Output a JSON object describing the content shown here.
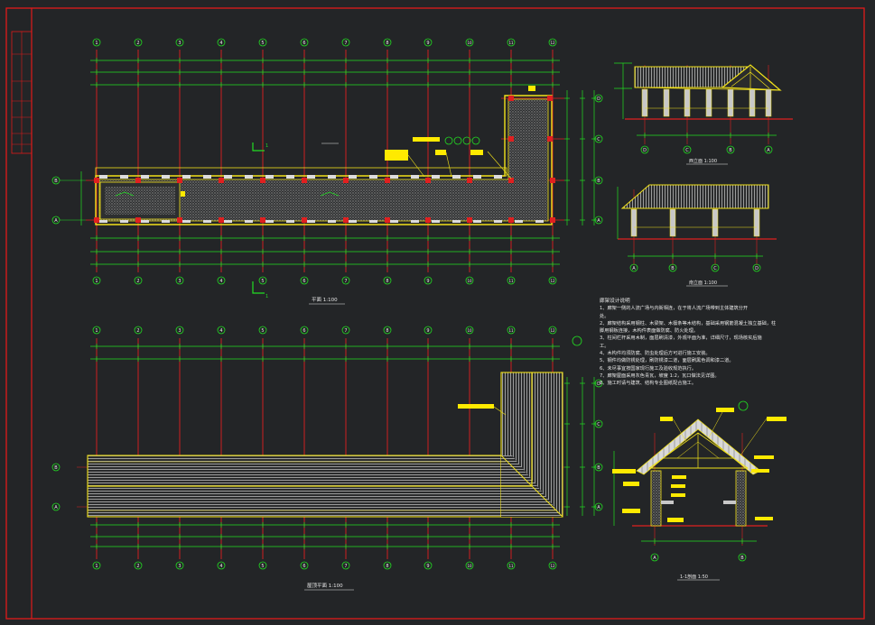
{
  "view_titles": {
    "plan": "平面 1:100",
    "roof_plan": "屋顶平面 1:100",
    "elevation_1": "西立面 1:100",
    "elevation_2": "南立面 1:100",
    "section": "1-1剖面 1:50"
  },
  "grid_axes": {
    "numbered": [
      "1",
      "2",
      "3",
      "4",
      "5",
      "6",
      "7",
      "8",
      "9",
      "10",
      "11",
      "12"
    ],
    "lettered_plan": [
      "A",
      "B",
      "C",
      "D"
    ],
    "lettered_west": [
      "D",
      "C",
      "B",
      "A"
    ],
    "lettered_south": [
      "A",
      "B",
      "C",
      "D"
    ],
    "lettered_section": [
      "A",
      "B"
    ]
  },
  "section_marks": {
    "plan": "1"
  },
  "notes": {
    "title": "廊架设计说明",
    "lines": [
      "1、廊架一侧的人流广场与内街相连，在于将人流广场带到主体建筑分开",
      "   处。",
      "2、廊架结构采用钢柱、木梁架、木檩条等木结构，基础采用钢筋混凝土独立基础，柱",
      "   脚用钢板连接，木构件表面做防腐、防火处理。",
      "3、柱间栏杆采用木制，面层刷清漆，外观平面为准，详细尺寸，现场核实后施",
      "   工。",
      "4、木构件均须防腐、防虫处理后方可进行施工安装。",
      "5、钢件均做防锈处理，刷防锈漆二道，面层刷黑色调和漆二道。",
      "6、未尽事宜按国家现行施工及验收规范执行。",
      "7、廊架屋面采用灰色青瓦，坡度 1:2，瓦口做法见详图。",
      "8、施工时请与建筑、结构专业图纸配合施工。"
    ]
  },
  "colors": {
    "background": "#232527",
    "frame": "#e01a1a",
    "grid": "#e02020",
    "dimension": "#22dd22",
    "outline": "#f2e21a",
    "hatch": "#8a8a8a",
    "callout": "#ffea00",
    "text": "#e8e8e8"
  }
}
